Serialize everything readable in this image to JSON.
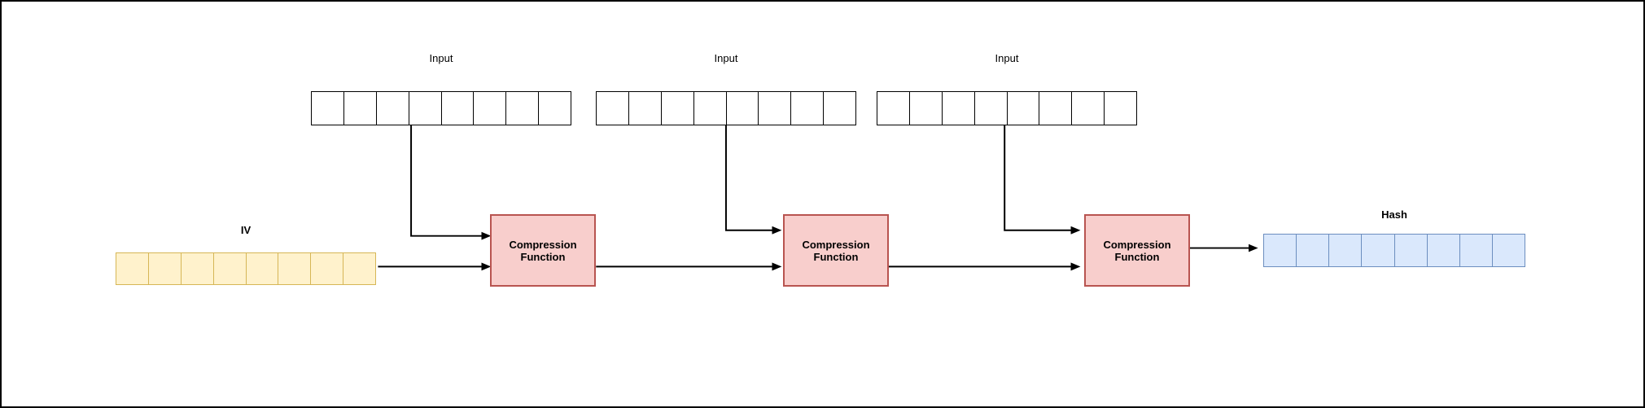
{
  "canvas": {
    "background": "#ffffff",
    "border_color": "#000000"
  },
  "iv": {
    "label": "IV",
    "cells": 8,
    "fill": "#fff2cc",
    "stroke": "#d6b656"
  },
  "inputs": [
    {
      "label": "Input",
      "cells": 8,
      "fill": "#ffffff",
      "stroke": "#000000"
    },
    {
      "label": "Input",
      "cells": 8,
      "fill": "#ffffff",
      "stroke": "#000000"
    },
    {
      "label": "Input",
      "cells": 8,
      "fill": "#ffffff",
      "stroke": "#000000"
    }
  ],
  "compression_style": {
    "fill": "#f8cecc",
    "stroke": "#b85450"
  },
  "compression_functions": [
    {
      "line1": "Compression",
      "line2": "Function"
    },
    {
      "line1": "Compression",
      "line2": "Function"
    },
    {
      "line1": "Compression",
      "line2": "Function"
    }
  ],
  "hash": {
    "label": "Hash",
    "cells": 8,
    "fill": "#dae8fc",
    "stroke": "#6c8ebf"
  },
  "connectors": {
    "color": "#000000"
  }
}
